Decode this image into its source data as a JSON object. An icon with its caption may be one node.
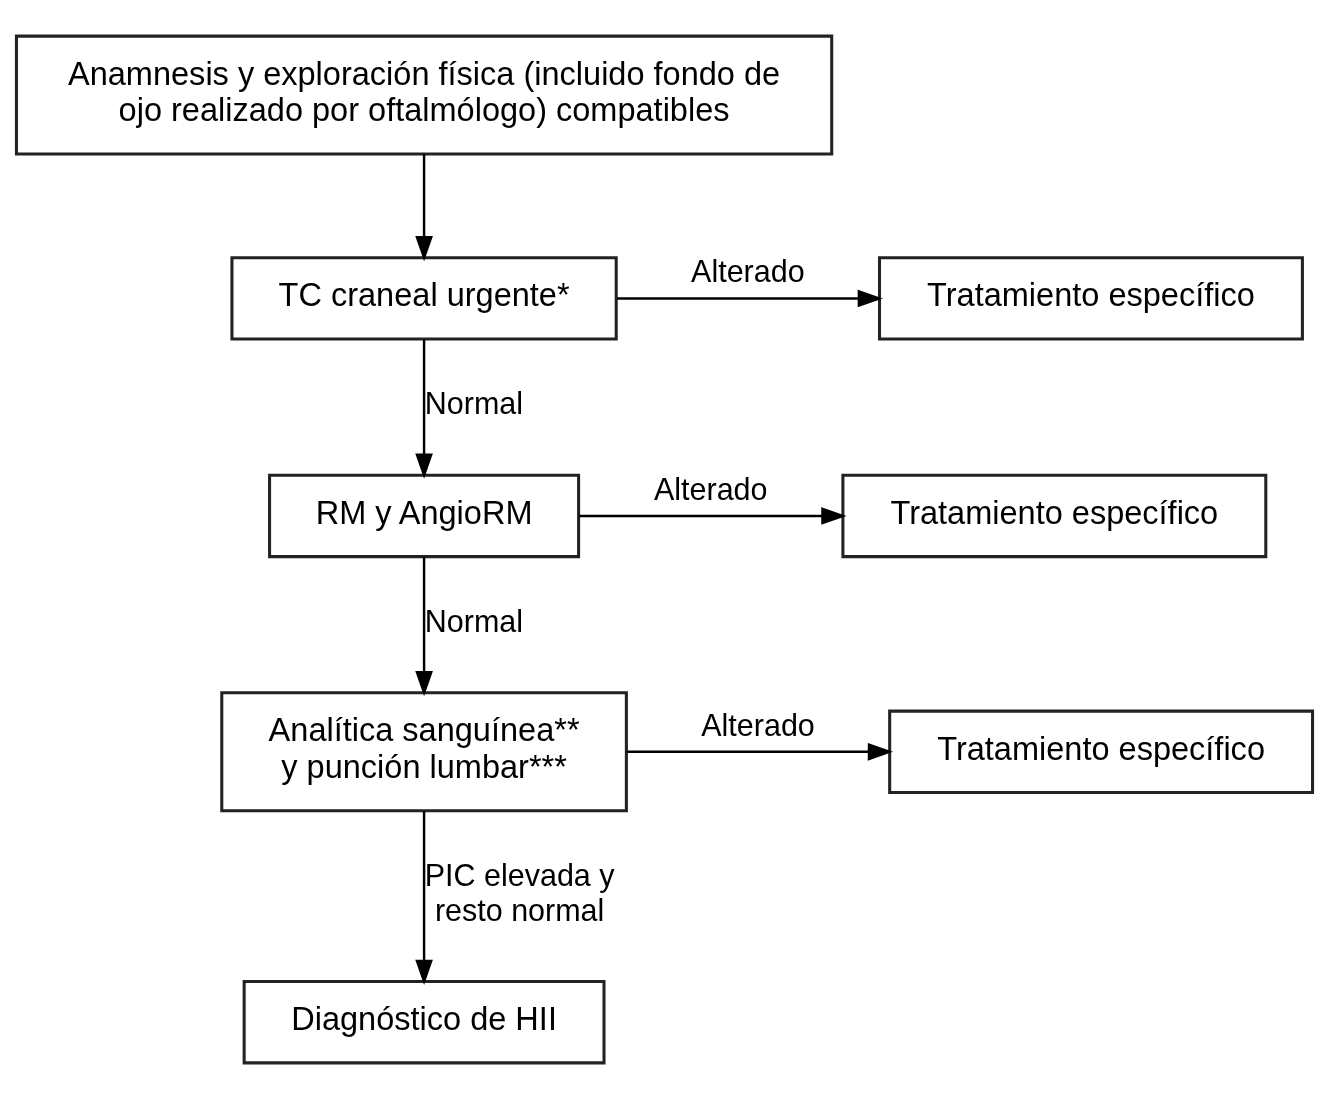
{
  "diagram": {
    "nodes": [
      {
        "text": [
          "Anamnesis y exploración física (incluido fondo de ojo realizado por oftalmólogo) compatibles"
        ]
      },
      {
        "text": [
          "TC craneal urgente*"
        ]
      },
      {
        "text": [
          "Tratamiento específico"
        ]
      },
      {
        "text": [
          "RM y AngioRM"
        ]
      },
      {
        "text": [
          "Tratamiento específico"
        ]
      },
      {
        "text": [
          "Analítica sanguínea** y punción lumbar***"
        ]
      },
      {
        "text": [
          "Tratamiento específico"
        ]
      },
      {
        "text": [
          "Diagnóstico de HII"
        ]
      }
    ],
    "edges": [
      {
        "from": 0,
        "to": 1,
        "arrow": "to"
      },
      {
        "from": 1,
        "to": 2,
        "arrow": "to",
        "label": "Alterado"
      },
      {
        "from": 1,
        "to": 3,
        "arrow": "to",
        "label": "Normal"
      },
      {
        "from": 3,
        "to": 4,
        "arrow": "to",
        "label": "Alterado"
      },
      {
        "from": 3,
        "to": 5,
        "arrow": "to",
        "label": "Normal"
      },
      {
        "from": 5,
        "to": 6,
        "arrow": "to",
        "label": "Alterado"
      },
      {
        "from": 5,
        "to": 7,
        "arrow": "to",
        "label": "PIC elevada y resto normal"
      }
    ]
  }
}
